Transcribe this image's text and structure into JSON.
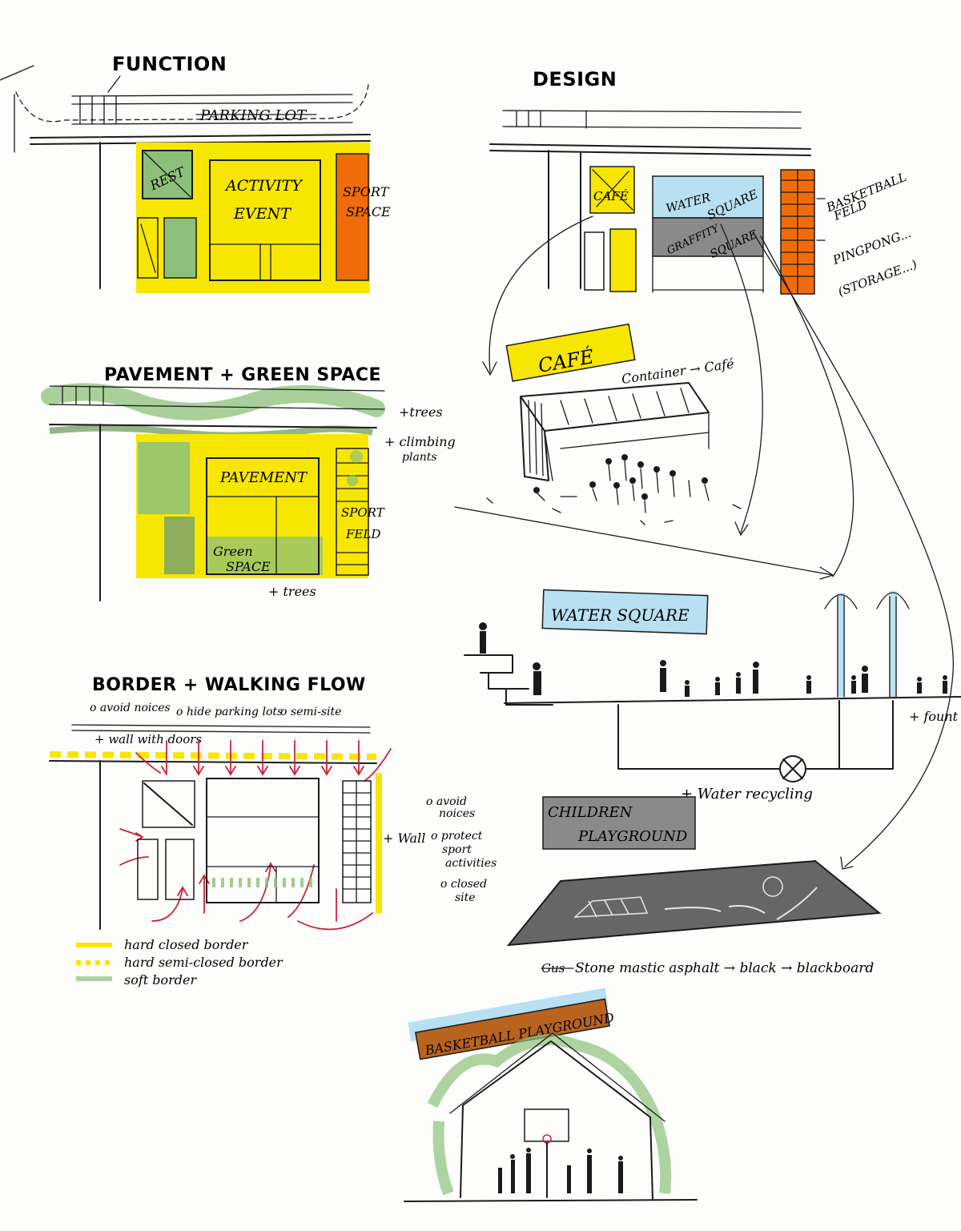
{
  "colors": {
    "yellow": "#f7e600",
    "green": "#8cc07a",
    "orange": "#f06c0a",
    "light_blue": "#b8e0f2",
    "gray": "#8a8a8a",
    "brown": "#b8641e",
    "red_arrow": "#c8243b"
  },
  "function": {
    "title": "FUNCTION",
    "parking": "PARKING LOT",
    "rest": "REST",
    "activity_1": "ACTIVITY",
    "activity_2": "EVENT",
    "sport_1": "SPORT",
    "sport_2": "SPACE"
  },
  "design": {
    "title": "DESIGN",
    "cafe": "CAFÉ",
    "water_1": "WATER",
    "water_2": "SQUARE",
    "graffiti_1": "GRAFFITY",
    "graffiti_2": "SQUARE",
    "basketball_1": "BASKETBALL",
    "basketball_2": "FELD",
    "pingpong": "PINGPONG...",
    "storage": "(STORAGE...)"
  },
  "pavement": {
    "title": "PAVEMENT + GREEN SPACE",
    "trees_top": "+trees",
    "climbing_1": "+ climbing",
    "climbing_2": "plants",
    "pavement_label": "PAVEMENT",
    "sport_1": "SPORT",
    "sport_2": "FELD",
    "green_1": "Green",
    "green_2": "SPACE",
    "trees_bottom": "+ trees"
  },
  "cafe_sketch": {
    "label": "CAFÉ",
    "note": "Container → Café"
  },
  "water_square": {
    "label": "WATER SQUARE",
    "fountain": "+ fount",
    "recycling": "+ Water recycling"
  },
  "border": {
    "title": "BORDER + WALKING FLOW",
    "note_1": "o avoid noices",
    "note_2": "o hide parking lots",
    "note_3": "o semi-site",
    "wall_doors": "+ wall with doors",
    "wall": "+ Wall",
    "side_1": "o avoid",
    "side_2": "noices",
    "side_3": "o protect",
    "side_4": "sport",
    "side_5": "activities",
    "side_6": "o closed",
    "side_7": "site",
    "legend_1": "hard closed border",
    "legend_2": "hard semi-closed border",
    "legend_3": "soft border"
  },
  "children": {
    "label_1": "CHILDREN",
    "label_2": "PLAYGROUND",
    "strike": "Gus",
    "material": "Stone mastic asphalt → black → blackboard"
  },
  "basketball": {
    "label": "BASKETBALL PLAYGROUND"
  }
}
